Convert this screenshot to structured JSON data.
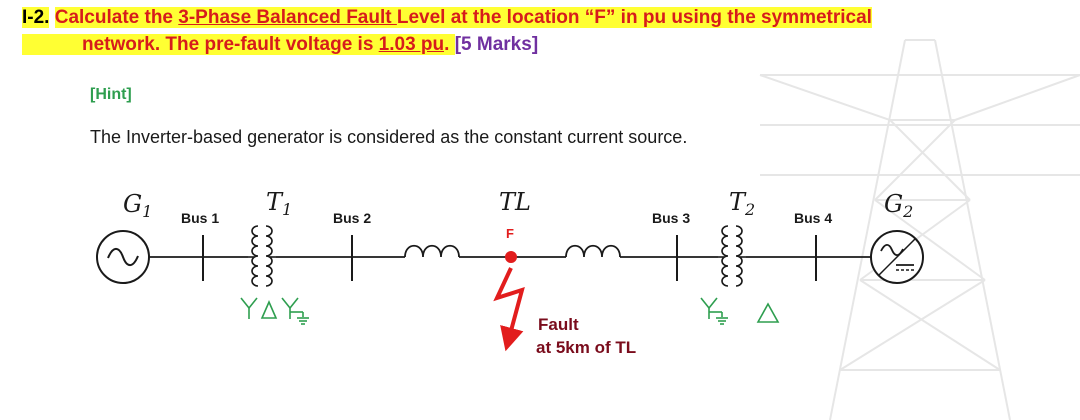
{
  "question": {
    "number": "I-2.",
    "t1": "Calculate the ",
    "t2": "3-Phase Balanced Fault ",
    "t3": "Level at the location “F” in pu using the symmetrical",
    "t4": "network. The pre-fault voltage is ",
    "t5": "1.03 pu",
    "t6": ". ",
    "marks": "[5 Marks]"
  },
  "hint": {
    "label": "[Hint]",
    "text": "The Inverter-based generator is considered as the constant current source."
  },
  "diagram": {
    "g1_letter": "G",
    "g1_sub": "1",
    "t1_letter": "T",
    "t1_sub": "1",
    "tl_label": "TL",
    "t2_letter": "T",
    "t2_sub": "2",
    "g2_letter": "G",
    "g2_sub": "2",
    "bus1": "Bus 1",
    "bus2": "Bus 2",
    "bus3": "Bus 3",
    "bus4": "Bus 4",
    "fault_point": "F",
    "fault_label_1": "Fault",
    "fault_label_2": "at 5km of TL"
  },
  "colors": {
    "question_text": "#d61c1c",
    "highlight": "#ffff33",
    "marks": "#7030a0",
    "hint": "#2e9e4f",
    "transformer_connection": "#2e9e4f",
    "fault": "#e21d1d"
  }
}
